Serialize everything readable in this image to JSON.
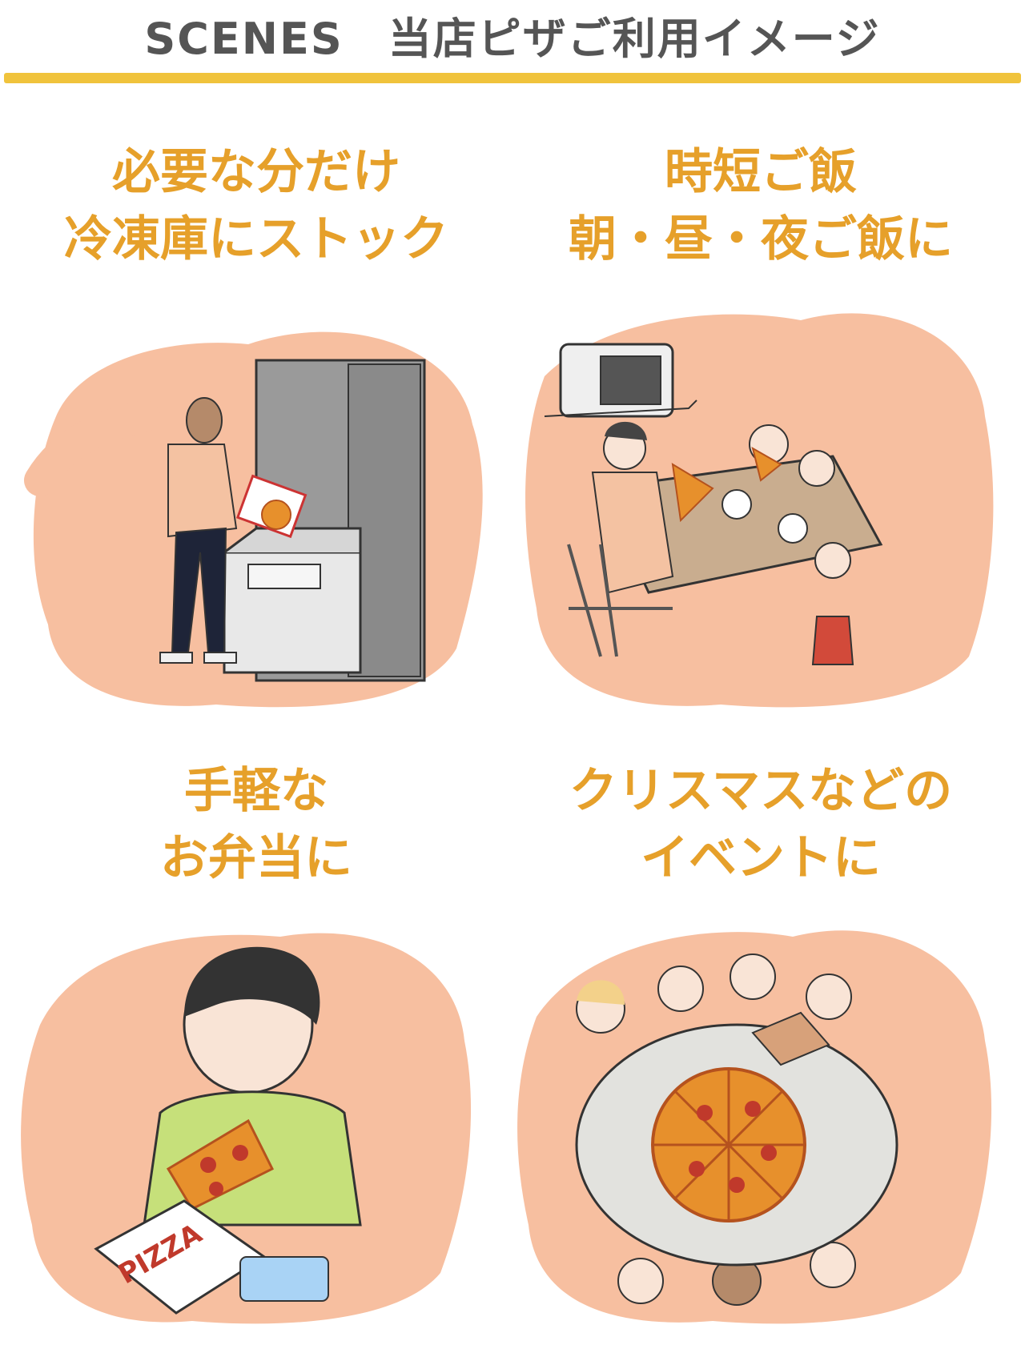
{
  "header": {
    "title": "SCENES　当店ピザご利用イメージ"
  },
  "colors": {
    "accent_line": "#f0c33c",
    "caption_text": "#e6a02a",
    "blob": "#f7bfa0",
    "header_text": "#555555"
  },
  "scenes": [
    {
      "line1": "必要な分だけ",
      "line2": "冷凍庫にストック",
      "icon": "freezer-stock-illustration"
    },
    {
      "line1": "時短ご飯",
      "line2": "朝・昼・夜ご飯に",
      "icon": "family-meal-illustration"
    },
    {
      "line1": "手軽な",
      "line2": "お弁当に",
      "icon": "lunch-box-illustration",
      "box_label": "PIZZA"
    },
    {
      "line1": "クリスマスなどの",
      "line2": "イベントに",
      "icon": "party-table-illustration"
    }
  ]
}
